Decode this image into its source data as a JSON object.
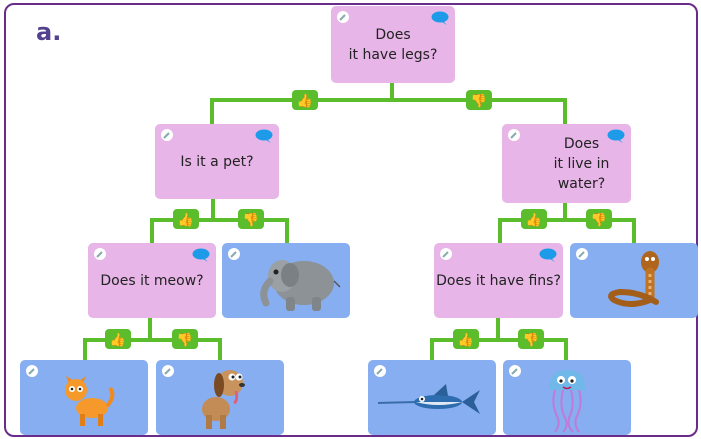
{
  "panel_label": "a.",
  "colors": {
    "question": "#e7b5e7",
    "answer": "#86aef0",
    "connector": "#5bbd2b",
    "frame": "#6a2c8a"
  },
  "questions": {
    "root": "Does\nit have legs?",
    "pet": "Is it a pet?",
    "water": "Does\nit live in water?",
    "meow": "Does it meow?",
    "fins": "Does it have fins?"
  },
  "answers": {
    "elephant": "elephant-image",
    "snake": "snake-image",
    "cat": "cat-image",
    "dog": "dog-image",
    "swordfish": "swordfish-image",
    "jellyfish": "jellyfish-image"
  },
  "icons": {
    "yes": "thumbs-up-icon",
    "no": "thumbs-down-icon",
    "edit": "pencil-icon",
    "comment": "speech-bubble-icon"
  }
}
